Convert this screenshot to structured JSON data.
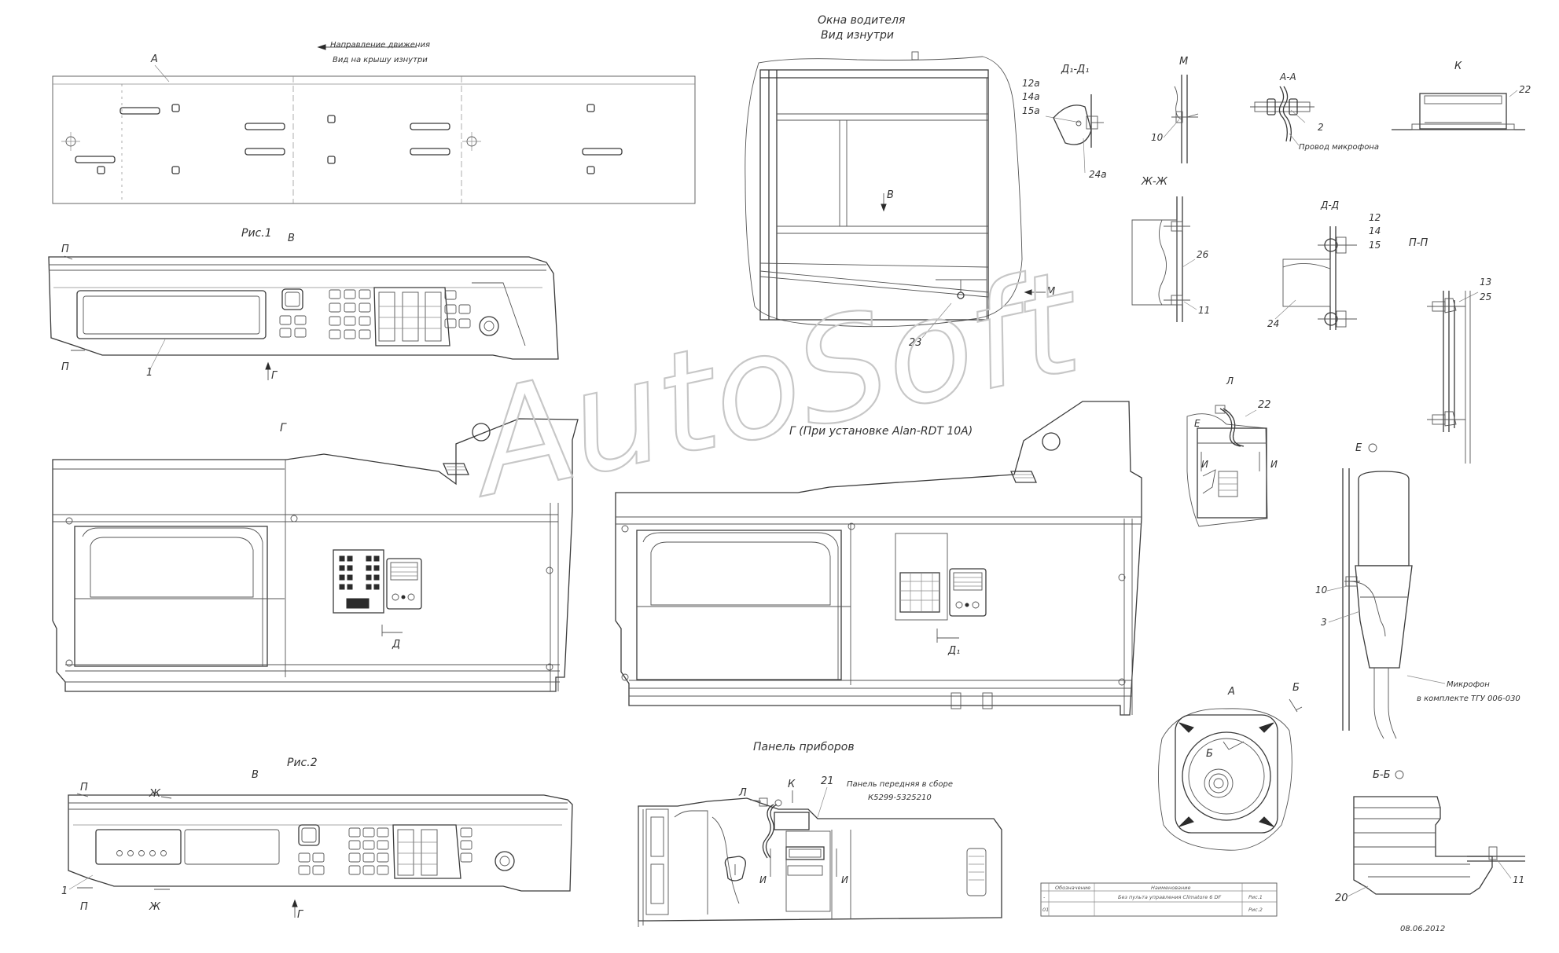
{
  "watermark": "AutoSoft",
  "sheet_date": "08.06.2012",
  "roof_view": {
    "marker_a": "А",
    "direction_label": "Направление движения",
    "view_label": "Вид на крышу изнутри"
  },
  "fig1": {
    "title": "Рис.1",
    "view": "В",
    "marker_p": "П",
    "marker_g": "Г",
    "pos_1": "1"
  },
  "fig2": {
    "title": "Рис.2",
    "view": "В",
    "marker_p": "П",
    "marker_p2": "П",
    "marker_zh": "Ж",
    "marker_zh2": "Ж",
    "marker_g": "Г",
    "pos_1": "1"
  },
  "view_g": {
    "title": "Г",
    "marker_d": "Д"
  },
  "view_g_alan": {
    "title": "Г (При установке Alan-RDT 10A)",
    "marker_d1": "Д₁"
  },
  "driver_window": {
    "title": "Окна водителя",
    "subtitle": "Вид изнутри",
    "marker_v": "В",
    "marker_m": "М",
    "pos_23": "23"
  },
  "detail_d1": {
    "title": "Д₁-Д₁",
    "pos_12a": "12а",
    "pos_14a": "14а",
    "pos_15a": "15а",
    "pos_24a": "24а"
  },
  "detail_m": {
    "title": "М",
    "pos_10": "10"
  },
  "detail_aa": {
    "title": "А-А",
    "pos_2": "2",
    "wire_label": "Провод микрофона"
  },
  "detail_k": {
    "title": "К",
    "pos_22": "22"
  },
  "detail_zh": {
    "title": "Ж-Ж",
    "pos_26": "26",
    "pos_11": "11"
  },
  "detail_dd": {
    "title": "Д-Д",
    "pos_12": "12",
    "pos_14": "14",
    "pos_15": "15",
    "pos_24": "24"
  },
  "detail_pp": {
    "title": "П-П",
    "pos_13": "13",
    "pos_25": "25"
  },
  "detail_l": {
    "title": "Л",
    "pos_22": "22",
    "marker_e": "Е",
    "marker_i": "И",
    "marker_i2": "И"
  },
  "detail_e": {
    "title": "Е",
    "pos_10": "10",
    "pos_3": "3",
    "mic_label": "Микрофон",
    "mic_kit": "в комплекте ТГУ 006-030"
  },
  "speaker_a": {
    "title": "А",
    "marker_b": "Б",
    "marker_b2": "Б"
  },
  "section_bb": {
    "title": "Б-Б",
    "pos_20": "20",
    "pos_11": "11"
  },
  "instrument_panel": {
    "title": "Панель приборов",
    "marker_l": "Л",
    "marker_k": "К",
    "pos_21": "21",
    "note_line1": "Панель передняя в сборе",
    "note_line2": "К5299-5325210",
    "marker_i": "И",
    "marker_i2": "И"
  },
  "title_block": {
    "headers": [
      "Обозначение",
      "Наименование"
    ],
    "rows": [
      {
        "pos": "-",
        "name": "Без пульта управления Climatore 6 DF",
        "fig": "Рис.1"
      },
      {
        "pos": "01",
        "name": "",
        "fig": "Рис.2"
      }
    ]
  }
}
